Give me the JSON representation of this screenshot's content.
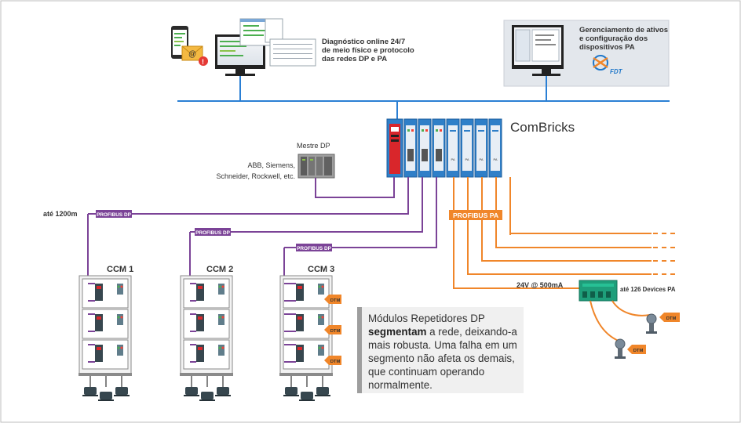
{
  "diagnostics_text": [
    "Diagnóstico online 24/7",
    "de meio físico e protocolo",
    "das redes DP e PA"
  ],
  "asset_mgmt_text": [
    "Gerenciamento de ativos",
    "e configuração dos",
    "dispositivos PA"
  ],
  "fdt_logo": "FDT",
  "combricks_title": "ComBricks",
  "master_dp": {
    "title": "Mestre DP",
    "vendors": [
      "ABB, Siemens,",
      "Schneider, Rockwell, etc."
    ]
  },
  "distance_label": "até 1200m",
  "profibus_dp_label": "PROFIBUS DP",
  "profibus_pa_label": "PROFIBUS PA",
  "power_label": "24V @ 500mA",
  "pa_devices_label": "até 126 Devices PA",
  "ccm_labels": [
    "CCM 1",
    "CCM 2",
    "CCM 3"
  ],
  "dtm_label": "DTM",
  "module_label_short": "PA",
  "note": {
    "line1": "Módulos Repetidores DP",
    "bold": "segmentam",
    "line2_rest": " a rede, deixando-a",
    "lines": [
      "mais robusta. Uma falha em um",
      "segmento não afeta os demais,",
      "que continuam operando",
      "normalmente."
    ]
  },
  "colors": {
    "network_blue": "#2a7fd4",
    "profibus_dp": "#7b4397",
    "profibus_pa": "#f0862a",
    "asset_box": "#e3e7ec",
    "module_blue": "#2f7fc8",
    "module_red": "#d9262b"
  }
}
